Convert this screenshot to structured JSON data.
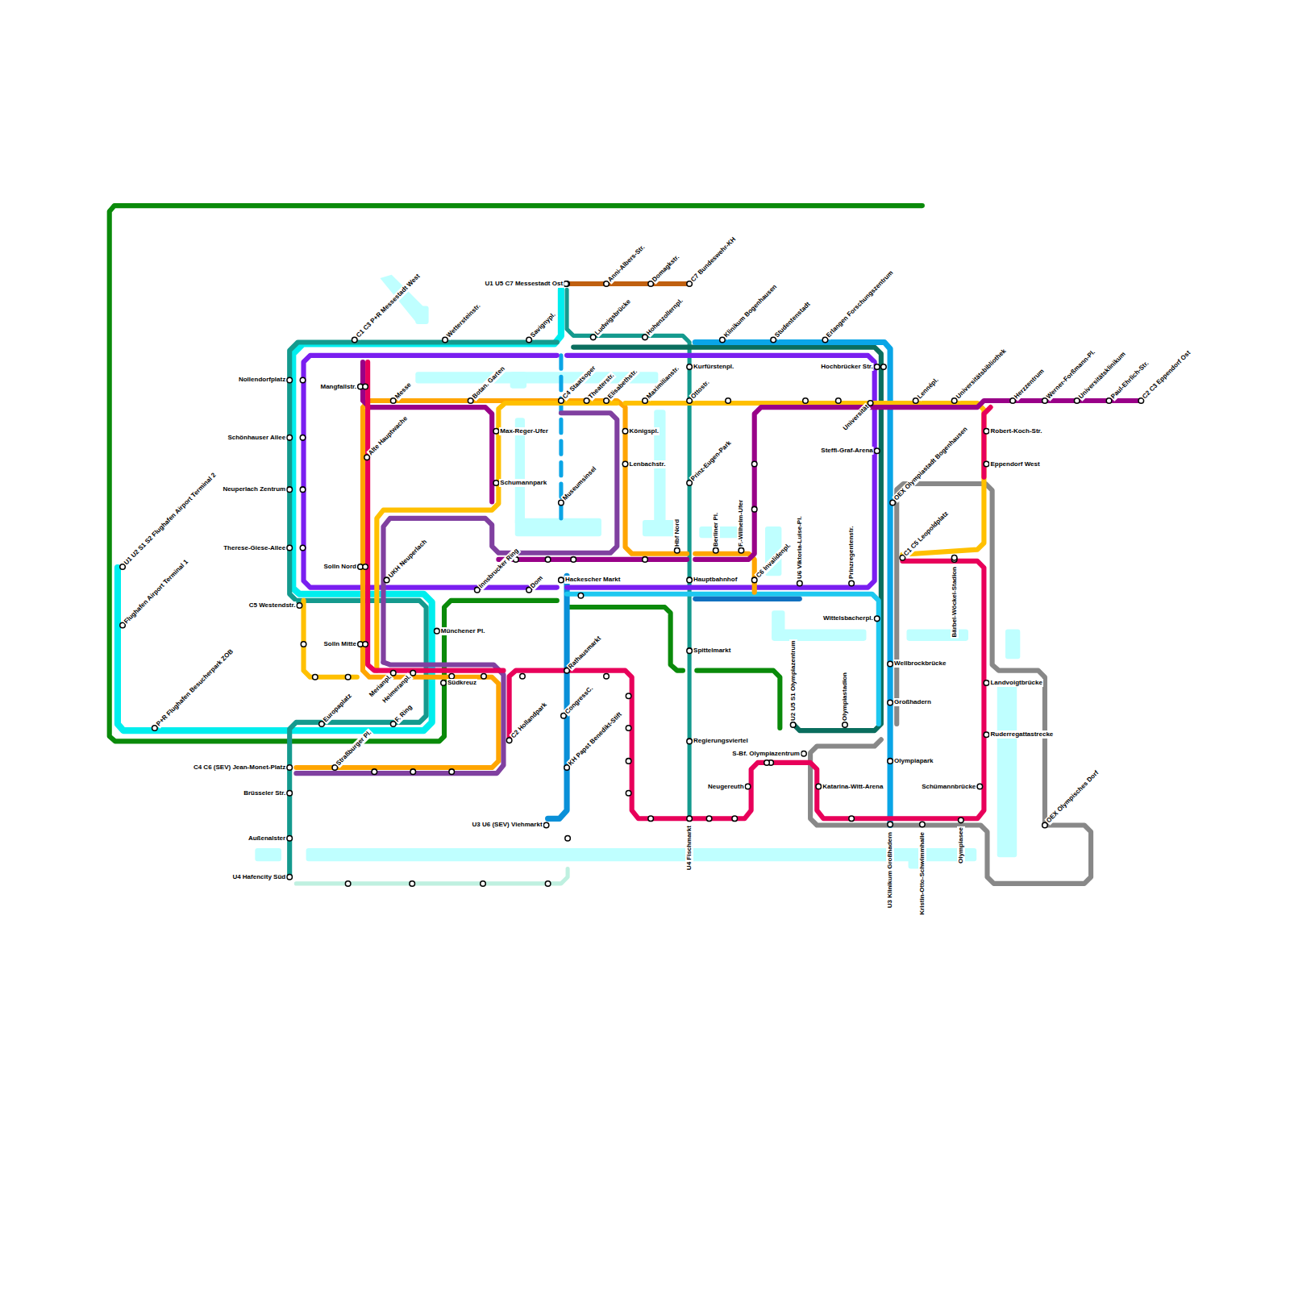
{
  "diagram": {
    "labels": [
      "U1 U5 C7 Messestadt Ost",
      "Anni-Albers-Str.",
      "Domagkstr.",
      "C7 Bundeswehr-KH",
      "Ludwigsbrücke",
      "Hohenzollernpl.",
      "Klinikum Bogenhausen",
      "Studentenstadt",
      "Erlangen Forschungszentrum",
      "C1 C3 P+R Messestadt West",
      "Wettersteinstr.",
      "Savignypl.",
      "Nollendorfplatz",
      "Mangfallstr.",
      "Messe",
      "Botan. Garten",
      "C4 Staatsoper",
      "Theaterstr.",
      "Elisabethstr.",
      "Maximilianstr.",
      "Kurfürstenpl.",
      "Ottostr.",
      "Hochbrücker Str.",
      "Lennépl.",
      "Universitätsbibliothek",
      "Herzzentrum",
      "Werner-Forßmann-Pl.",
      "Universitätsklinikum",
      "Paul-Ehrlich-Str.",
      "C2 C3 Eppendorf Ost",
      "Universität",
      "Schönhauser Allee",
      "Alte Hauptwache",
      "Max-Reger-Ufer",
      "Königspl.",
      "Robert-Koch-Str.",
      "Lenbachstr.",
      "Prinz-Eugen-Park",
      "Eppendorf West",
      "Steffi-Graf-Arena",
      "OEX Olympiastadt Bogenhausen",
      "Neuperlach Zentrum",
      "Schumannpark",
      "Museumsinsel",
      "Therese-Giese-Allee",
      "Solln Nord",
      "UKH Neuperlach",
      "Innsbrucker Ring",
      "Dom",
      "Hackescher Markt",
      "Hbf Nord",
      "Berliner Pl.",
      "F.-Wilhelm-Ufer",
      "C6 Invalidenpl.",
      "Hauptbahnhof",
      "U6 Viktoria-Luise-Pl.",
      "Prinzregentenstr.",
      "C1 C5 Leopoldplatz",
      "Bärbel-Wöckel-Stadion",
      "C5 Westendstr.",
      "Münchener Pl.",
      "Solln Mitte",
      "Wittelsbacherpl.",
      "Rathausmarkt",
      "Spittelmarkt",
      "Wellbrockbrücke",
      "Südkreuz",
      "Merianpl.",
      "Heimeranpl.",
      "F. Ring",
      "Europaplatz",
      "C2 Hollandpark",
      "CongressC.",
      "KH Papst Benedikt-Stift",
      "Großhadern",
      "Olympiastadion",
      "U2 U5 S1 Olympiazentrum",
      "Landvoigtbrücke",
      "Ruderregattastrecke",
      "Regierungsviertel",
      "Straßburger Pl.",
      "C4 C6 (SEV) Jean-Monet-Platz",
      "S-Bf. Olympiazentrum",
      "Olympiapark",
      "Neugereuth",
      "Katarina-Witt-Arena",
      "Schümannbrücke",
      "Brüsseler Str.",
      "U3 U6 (SEV) Viehmarkt",
      "Außenalster",
      "U4 Fischmarkt",
      "U3 Klinikum Großhadern",
      "Kristin-Otto-Schwimmhalle",
      "Olympiasee",
      "OEX Olympisches Dorf",
      "U4 Hafencity Süd",
      "U1 U2 S1 S2 Flughafen Airport Terminal 2",
      "Flughafen Airport Terminal 1",
      "P+R Flughafen Besucherpark ZOB"
    ]
  }
}
